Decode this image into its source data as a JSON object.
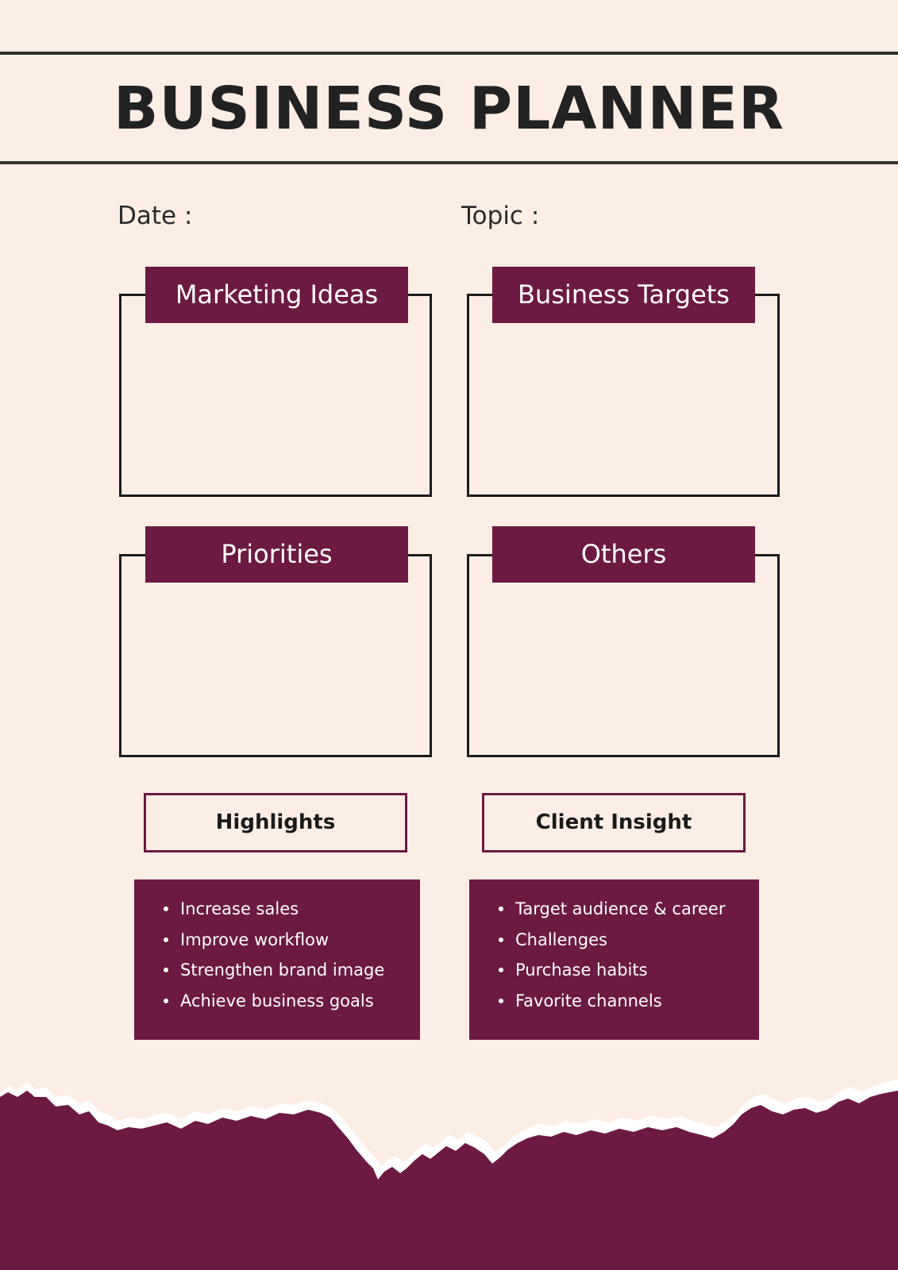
{
  "title": "BUSINESS PLANNER",
  "fields": {
    "date_label": "Date :",
    "topic_label": "Topic :"
  },
  "sections": {
    "marketing_ideas": "Marketing Ideas",
    "business_targets": "Business Targets",
    "priorities": "Priorities",
    "others": "Others"
  },
  "highlights": {
    "label": "Highlights",
    "items": [
      "Increase sales",
      "Improve workflow",
      "Strengthen brand image",
      "Achieve business goals"
    ]
  },
  "client_insight": {
    "label": "Client Insight",
    "items": [
      "Target audience & career",
      "Challenges",
      "Purchase habits",
      "Favorite channels"
    ]
  },
  "colors": {
    "background": "#fdeee5",
    "accent": "#6c1a43",
    "text": "#222222"
  }
}
